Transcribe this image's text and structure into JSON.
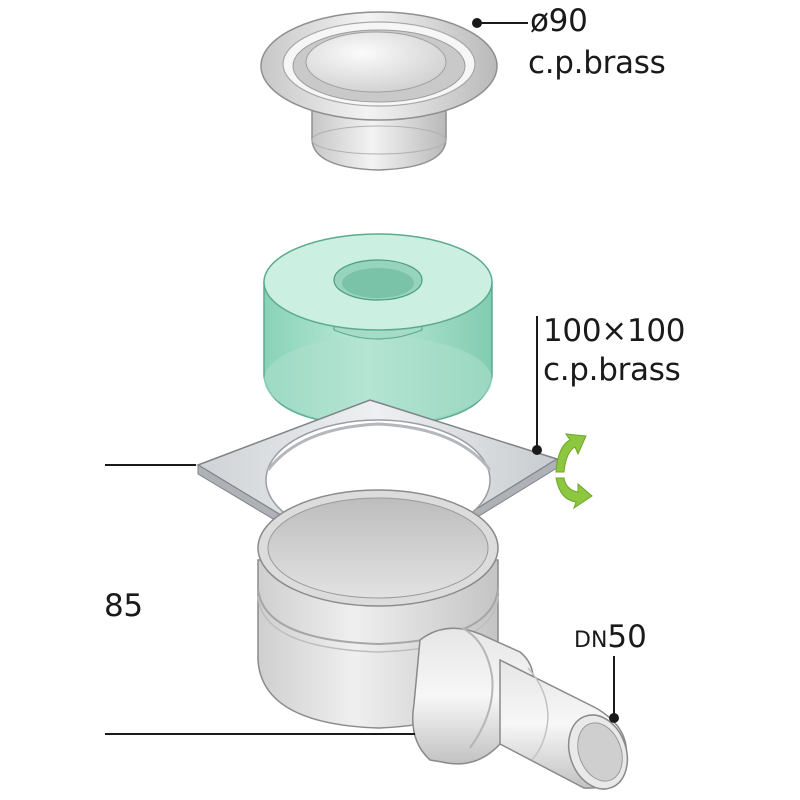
{
  "labels": {
    "top_grate_dimension": "ø90",
    "top_grate_material": "c.p.brass",
    "square_frame_dimension": "100×100",
    "square_frame_material": "c.p.brass",
    "height": "85",
    "outlet_prefix": "DN",
    "outlet_size": "50"
  },
  "icons": {
    "rotation": "rotate-arrows-icon"
  },
  "colors": {
    "metal": "#d9d9d9",
    "metal_dark": "#a9a9a9",
    "odour_trap": "#8ed6bd",
    "rotate_arrow": "#8dc63f",
    "line": "#1a1a1a"
  }
}
